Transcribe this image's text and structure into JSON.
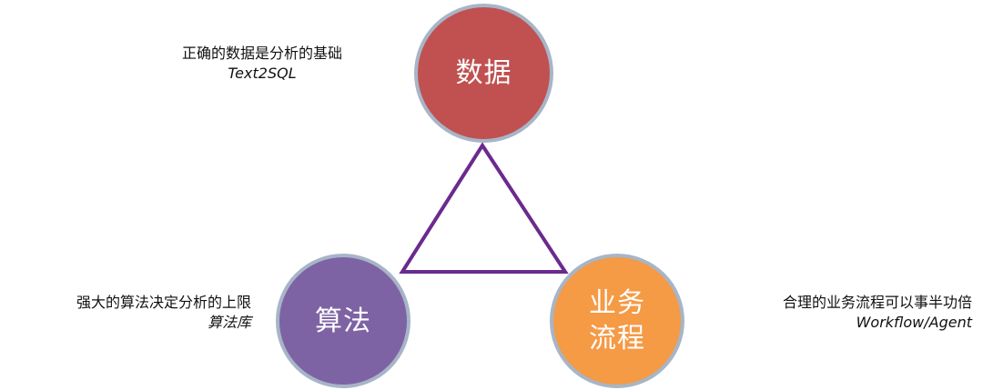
{
  "nodes": {
    "data": {
      "title": "数据",
      "color": "#c05150",
      "description": "正确的数据是分析的基础",
      "tool": "Text2SQL"
    },
    "algorithm": {
      "title": "算法",
      "color": "#7e63a4",
      "description": "强大的算法决定分析的上限",
      "tool": "算法库"
    },
    "workflow": {
      "title_line1": "业务",
      "title_line2": "流程",
      "color": "#f59a45",
      "description": "合理的业务流程可以事半功倍",
      "tool": "Workflow/Agent"
    }
  },
  "connector": {
    "color": "#6b2a8e"
  },
  "circle_border_color": "#a7b5c7"
}
